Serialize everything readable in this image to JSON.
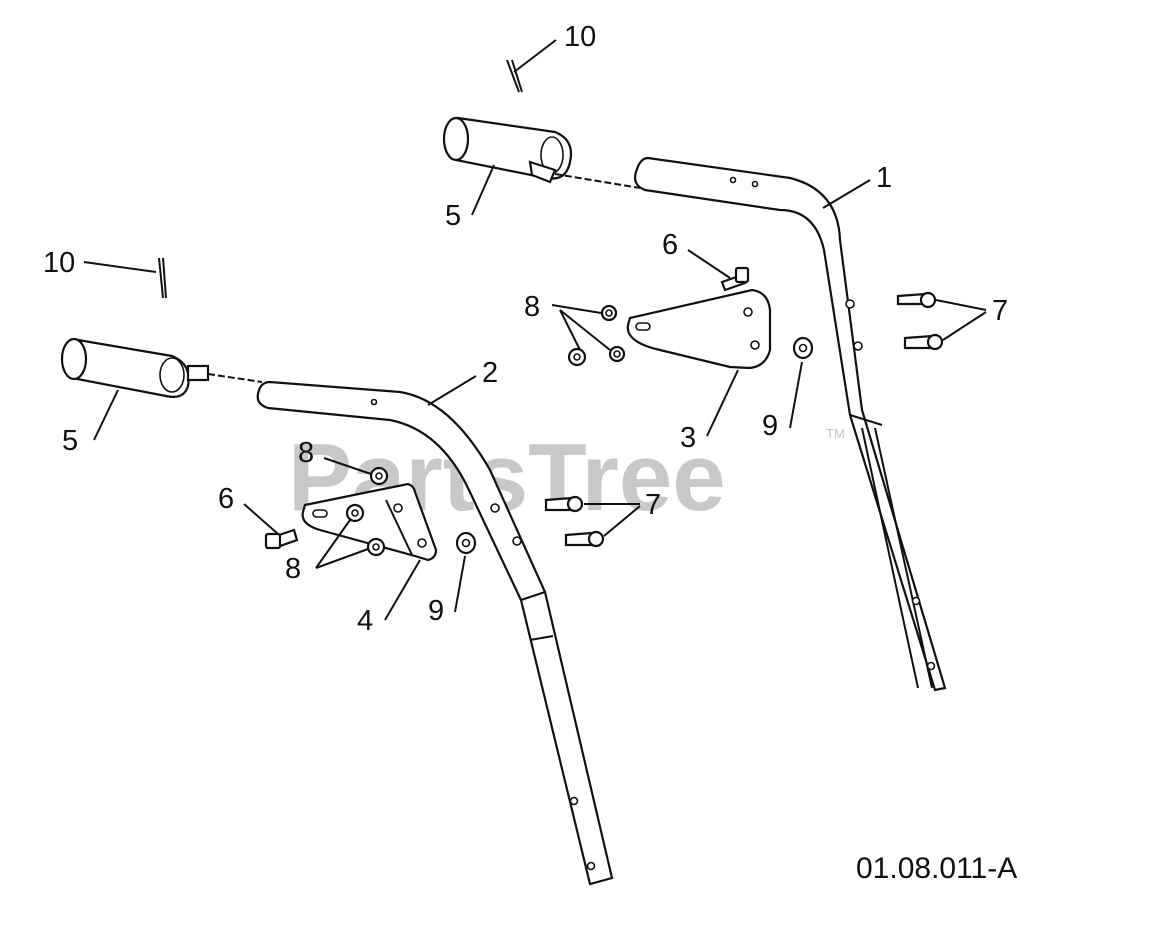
{
  "diagram": {
    "watermark": "PartsTree",
    "trademark": "TM",
    "reference_code": "01.08.011-A",
    "callouts": {
      "upper_handle": "1",
      "lower_handle": "2",
      "bracket_right": "3",
      "bracket_left": "4",
      "grip_upper": "5",
      "grip_lower": "5",
      "bolt_6_right": "6",
      "bolt_6_left": "6",
      "bolts_7_right": "7",
      "bolts_7_left": "7",
      "nuts_8_right": "8",
      "nuts_8_left_top": "8",
      "nuts_8_left_bottom": "8",
      "washer_9_right": "9",
      "washer_9_left": "9",
      "pin_10_upper": "10",
      "pin_10_lower": "10"
    }
  }
}
